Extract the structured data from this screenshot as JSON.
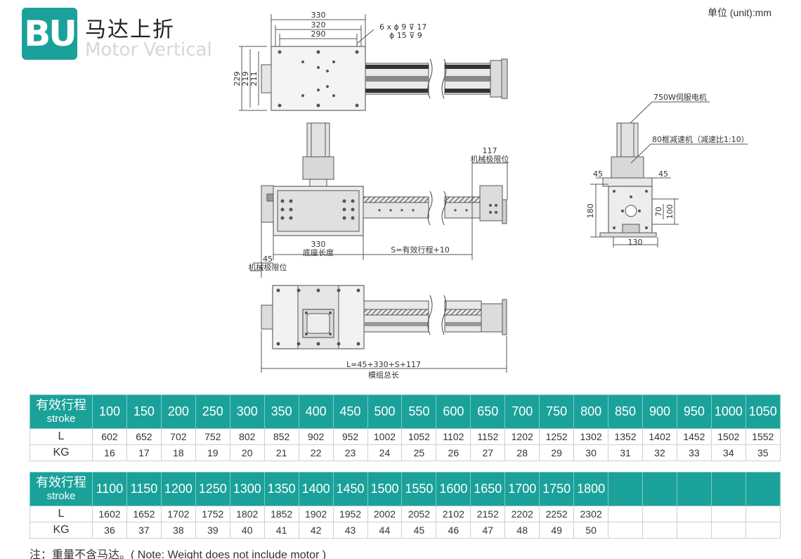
{
  "header": {
    "logo_text": "BU",
    "title_cn": "马达上折",
    "title_en": "Motor Vertical",
    "unit": "单位 (unit):mm"
  },
  "drawing": {
    "dim_330": "330",
    "dim_320": "320",
    "dim_290": "290",
    "hole_line1": "6 x  ϕ 9  ⊽ 17",
    "hole_line2": "ϕ 15  ⊽ 9",
    "dim_229": "229",
    "dim_219": "219",
    "dim_211": "211",
    "dim_117": "117",
    "limit_label_right": "机械极限位",
    "dim_base_330": "330",
    "base_length_label": "底座长度",
    "stroke_label": "S=有效行程+10",
    "dim_45_left": "45",
    "limit_label_left": "机械极限位",
    "total_formula": "L=45+330+S+117",
    "total_label": "模组总长",
    "servo_label": "750W伺服电机",
    "reducer_label": "80框减速机（减速比1:10）",
    "dim_45_a": "45",
    "dim_45_b": "45",
    "dim_180": "180",
    "dim_70": "70",
    "dim_100": "100",
    "dim_130": "130"
  },
  "table1": {
    "head_label_cn": "有效行程",
    "head_label_en": "stroke",
    "row_L_label": "L",
    "row_KG_label": "KG",
    "stroke": [
      "100",
      "150",
      "200",
      "250",
      "300",
      "350",
      "400",
      "450",
      "500",
      "550",
      "600",
      "650",
      "700",
      "750",
      "800",
      "850",
      "900",
      "950",
      "1000",
      "1050"
    ],
    "L": [
      "602",
      "652",
      "702",
      "752",
      "802",
      "852",
      "902",
      "952",
      "1002",
      "1052",
      "1102",
      "1152",
      "1202",
      "1252",
      "1302",
      "1352",
      "1402",
      "1452",
      "1502",
      "1552"
    ],
    "KG": [
      "16",
      "17",
      "18",
      "19",
      "20",
      "21",
      "22",
      "23",
      "24",
      "25",
      "26",
      "27",
      "28",
      "29",
      "30",
      "31",
      "32",
      "33",
      "34",
      "35"
    ]
  },
  "table2": {
    "head_label_cn": "有效行程",
    "head_label_en": "stroke",
    "row_L_label": "L",
    "row_KG_label": "KG",
    "stroke": [
      "1100",
      "1150",
      "1200",
      "1250",
      "1300",
      "1350",
      "1400",
      "1450",
      "1500",
      "1550",
      "1600",
      "1650",
      "1700",
      "1750",
      "1800",
      "",
      "",
      "",
      "",
      ""
    ],
    "L": [
      "1602",
      "1652",
      "1702",
      "1752",
      "1802",
      "1852",
      "1902",
      "1952",
      "2002",
      "2052",
      "2102",
      "2152",
      "2202",
      "2252",
      "2302",
      "",
      "",
      "",
      "",
      ""
    ],
    "KG": [
      "36",
      "37",
      "38",
      "39",
      "40",
      "41",
      "42",
      "43",
      "44",
      "45",
      "46",
      "47",
      "48",
      "49",
      "50",
      "",
      "",
      "",
      "",
      ""
    ]
  },
  "note": "注：重量不含马达。( Note: Weight does not include motor )"
}
